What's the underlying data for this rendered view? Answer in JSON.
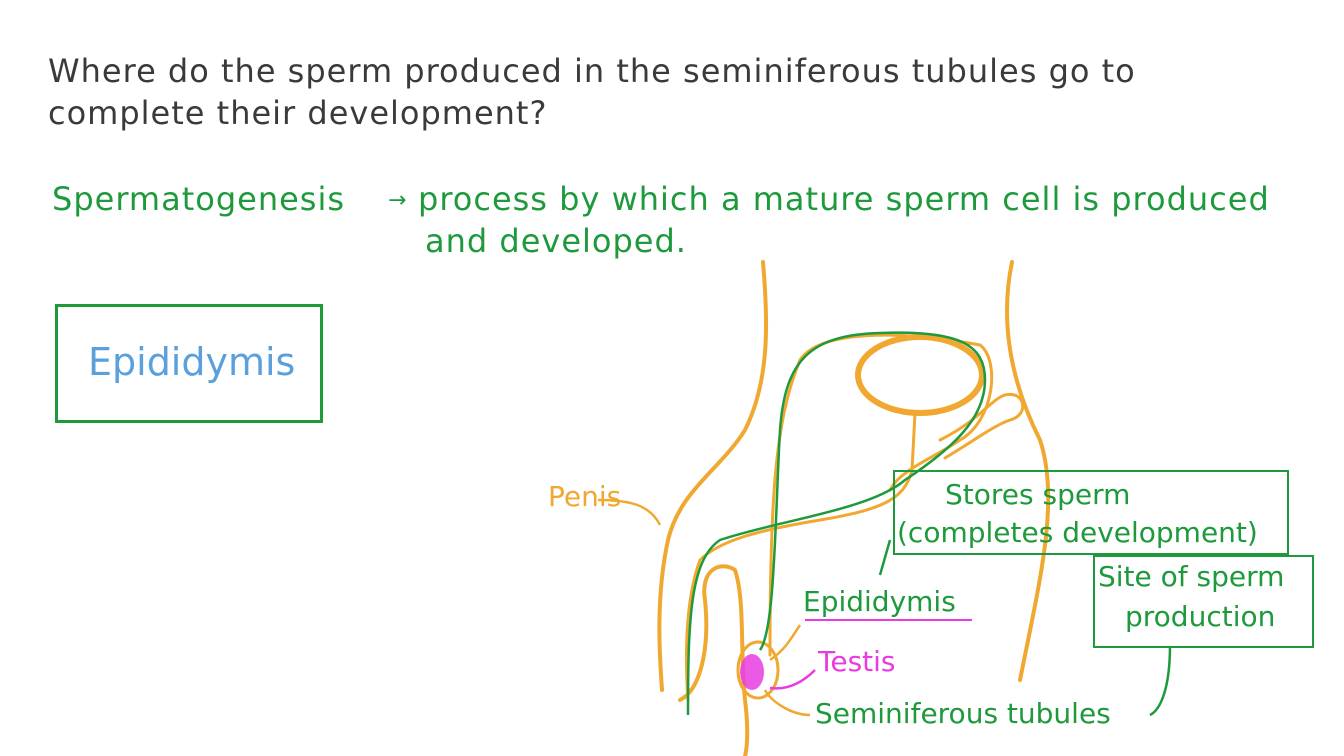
{
  "question": {
    "line1": "Where do the sperm produced in the seminiferous tubules go to",
    "line2": "complete their development?"
  },
  "definition": {
    "term": "Spermatogenesis",
    "arrow": "→",
    "line1": "process by which a mature sperm cell is produced",
    "line2": "and developed."
  },
  "answer": "Epididymis",
  "diagram": {
    "labels": {
      "penis": "Penis",
      "epididymis": "Epididymis",
      "testis": "Testis",
      "seminiferous_tubules": "Seminiferous tubules",
      "stores_line1": "Stores sperm",
      "stores_line2": "(completes development)",
      "site_line1": "Site of sperm",
      "site_line2": "production"
    },
    "colors": {
      "anatomy": "#f0a830",
      "green": "#1e9a3c",
      "magenta": "#e83ce0",
      "blue": "#5aa0dc"
    }
  }
}
